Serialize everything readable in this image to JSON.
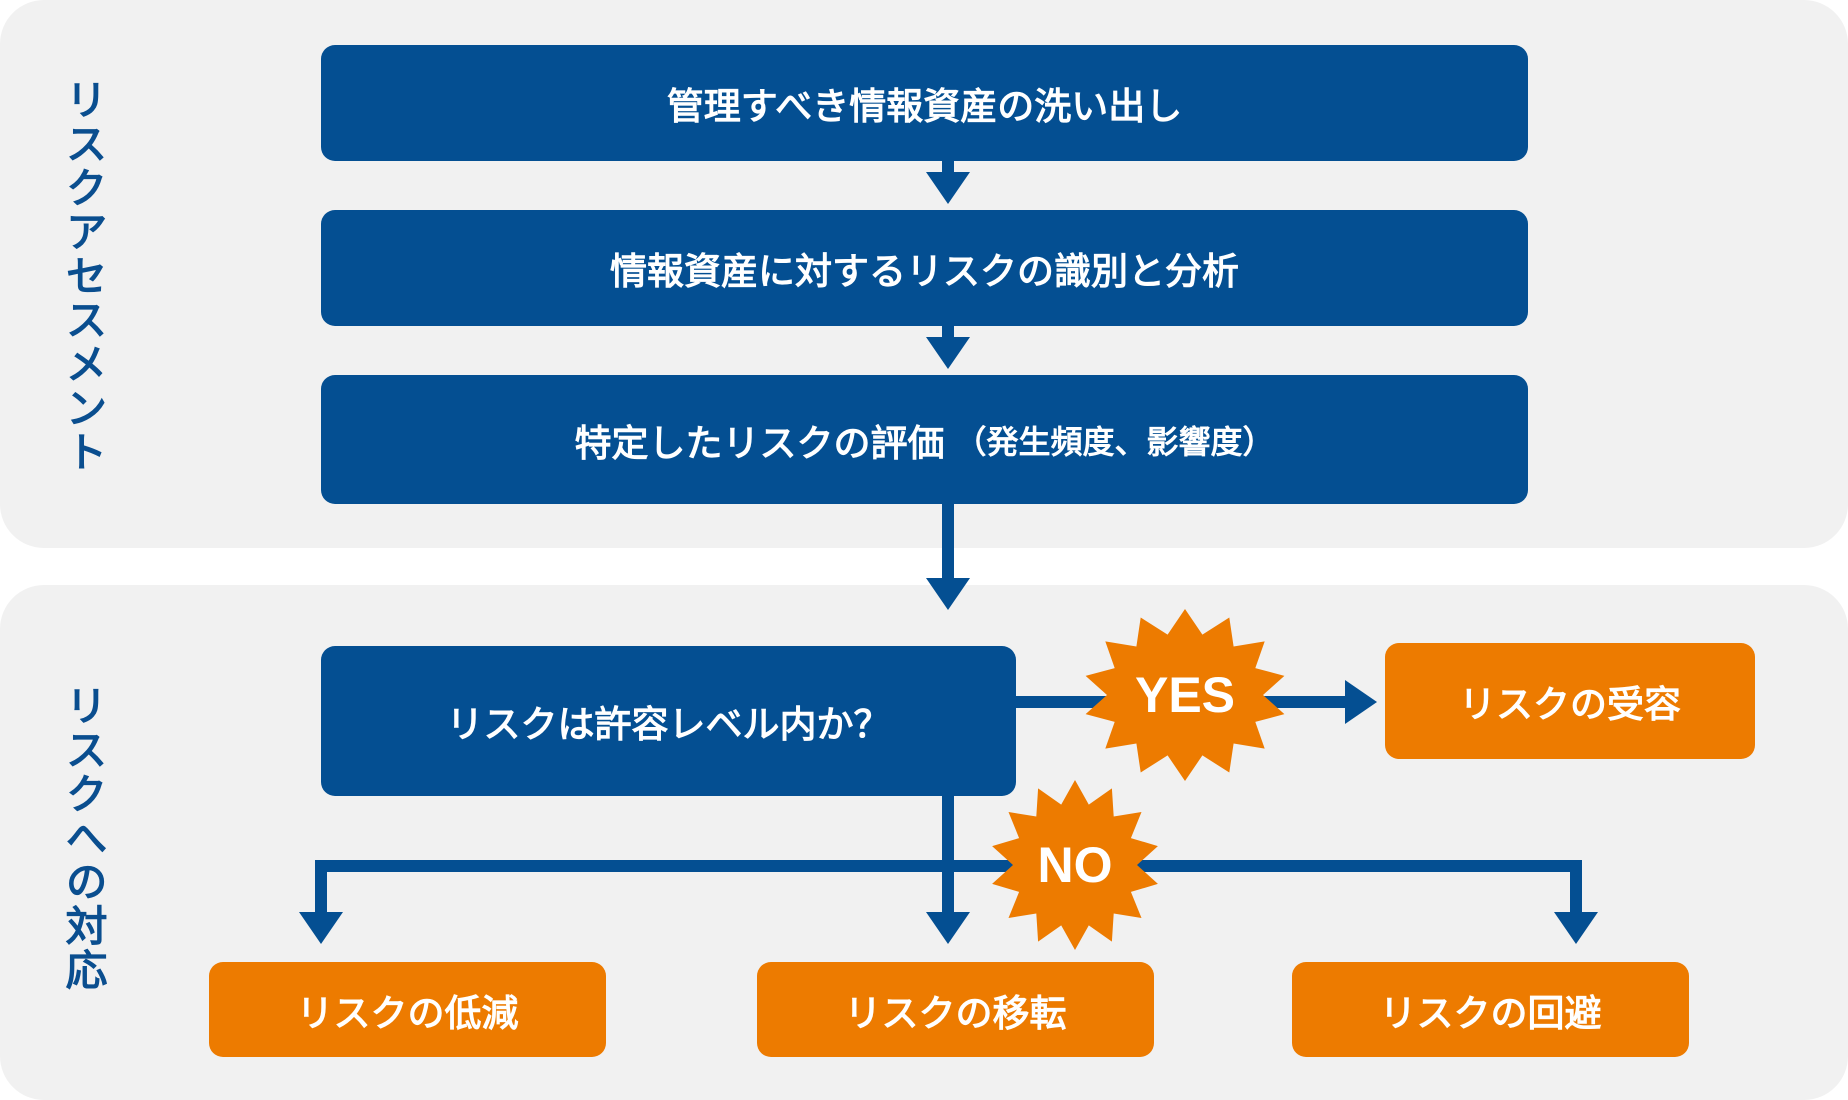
{
  "sections": {
    "assessment_label": "リスクアセスメント",
    "response_label": "リスクへの対応"
  },
  "steps": {
    "inventory": "管理すべき情報資産の洗い出し",
    "identify": "情報資産に対するリスクの識別と分析",
    "evaluate": "特定したリスクの評価",
    "evaluate_note": "（発生頻度、影響度）"
  },
  "decision": {
    "question": "リスクは許容レベル内か？",
    "yes_label": "YES",
    "no_label": "NO"
  },
  "outcomes": {
    "accept": "リスクの受容",
    "reduce": "リスクの低減",
    "transfer": "リスクの移転",
    "avoid": "リスクの回避"
  },
  "colors": {
    "primary_blue": "#044f92",
    "accent_orange": "#ed7b00",
    "panel_gray": "#f1f1f1"
  }
}
